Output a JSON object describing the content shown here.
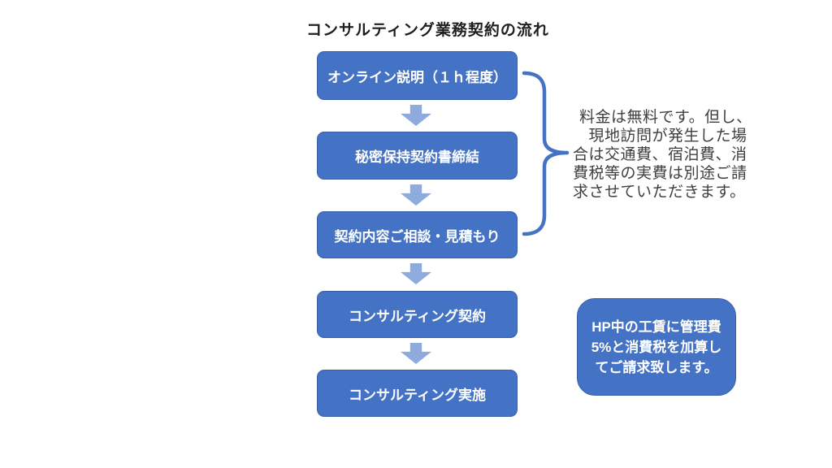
{
  "title": "コンサルティング業務契約の流れ",
  "flow": {
    "steps": [
      {
        "label": "オンライン説明（１ｈ程度）"
      },
      {
        "label": "秘密保持契約書締結"
      },
      {
        "label": "契約内容ご相談・見積もり"
      },
      {
        "label": "コンサルティング契約"
      },
      {
        "label": "コンサルティング実施"
      }
    ]
  },
  "note": {
    "lines": [
      "料金は無料です。但し、",
      "　現地訪問が発生した場",
      "合は交通費、宿泊費、消",
      "費税等の実費は別途ご請",
      "求させていただきます。"
    ]
  },
  "callout": {
    "lines": [
      "HP中の工賃に管理費",
      "5%と消費税を加算し",
      "てご請求致します。"
    ]
  },
  "colors": {
    "box_fill": "#4472C4",
    "box_border": "#3A5FA8",
    "arrow_fill": "#8FAADC",
    "brace": "#4472C4",
    "title_text": "#1F1F1F",
    "note_text": "#3F3F3F",
    "box_text": "#FFFFFF"
  }
}
